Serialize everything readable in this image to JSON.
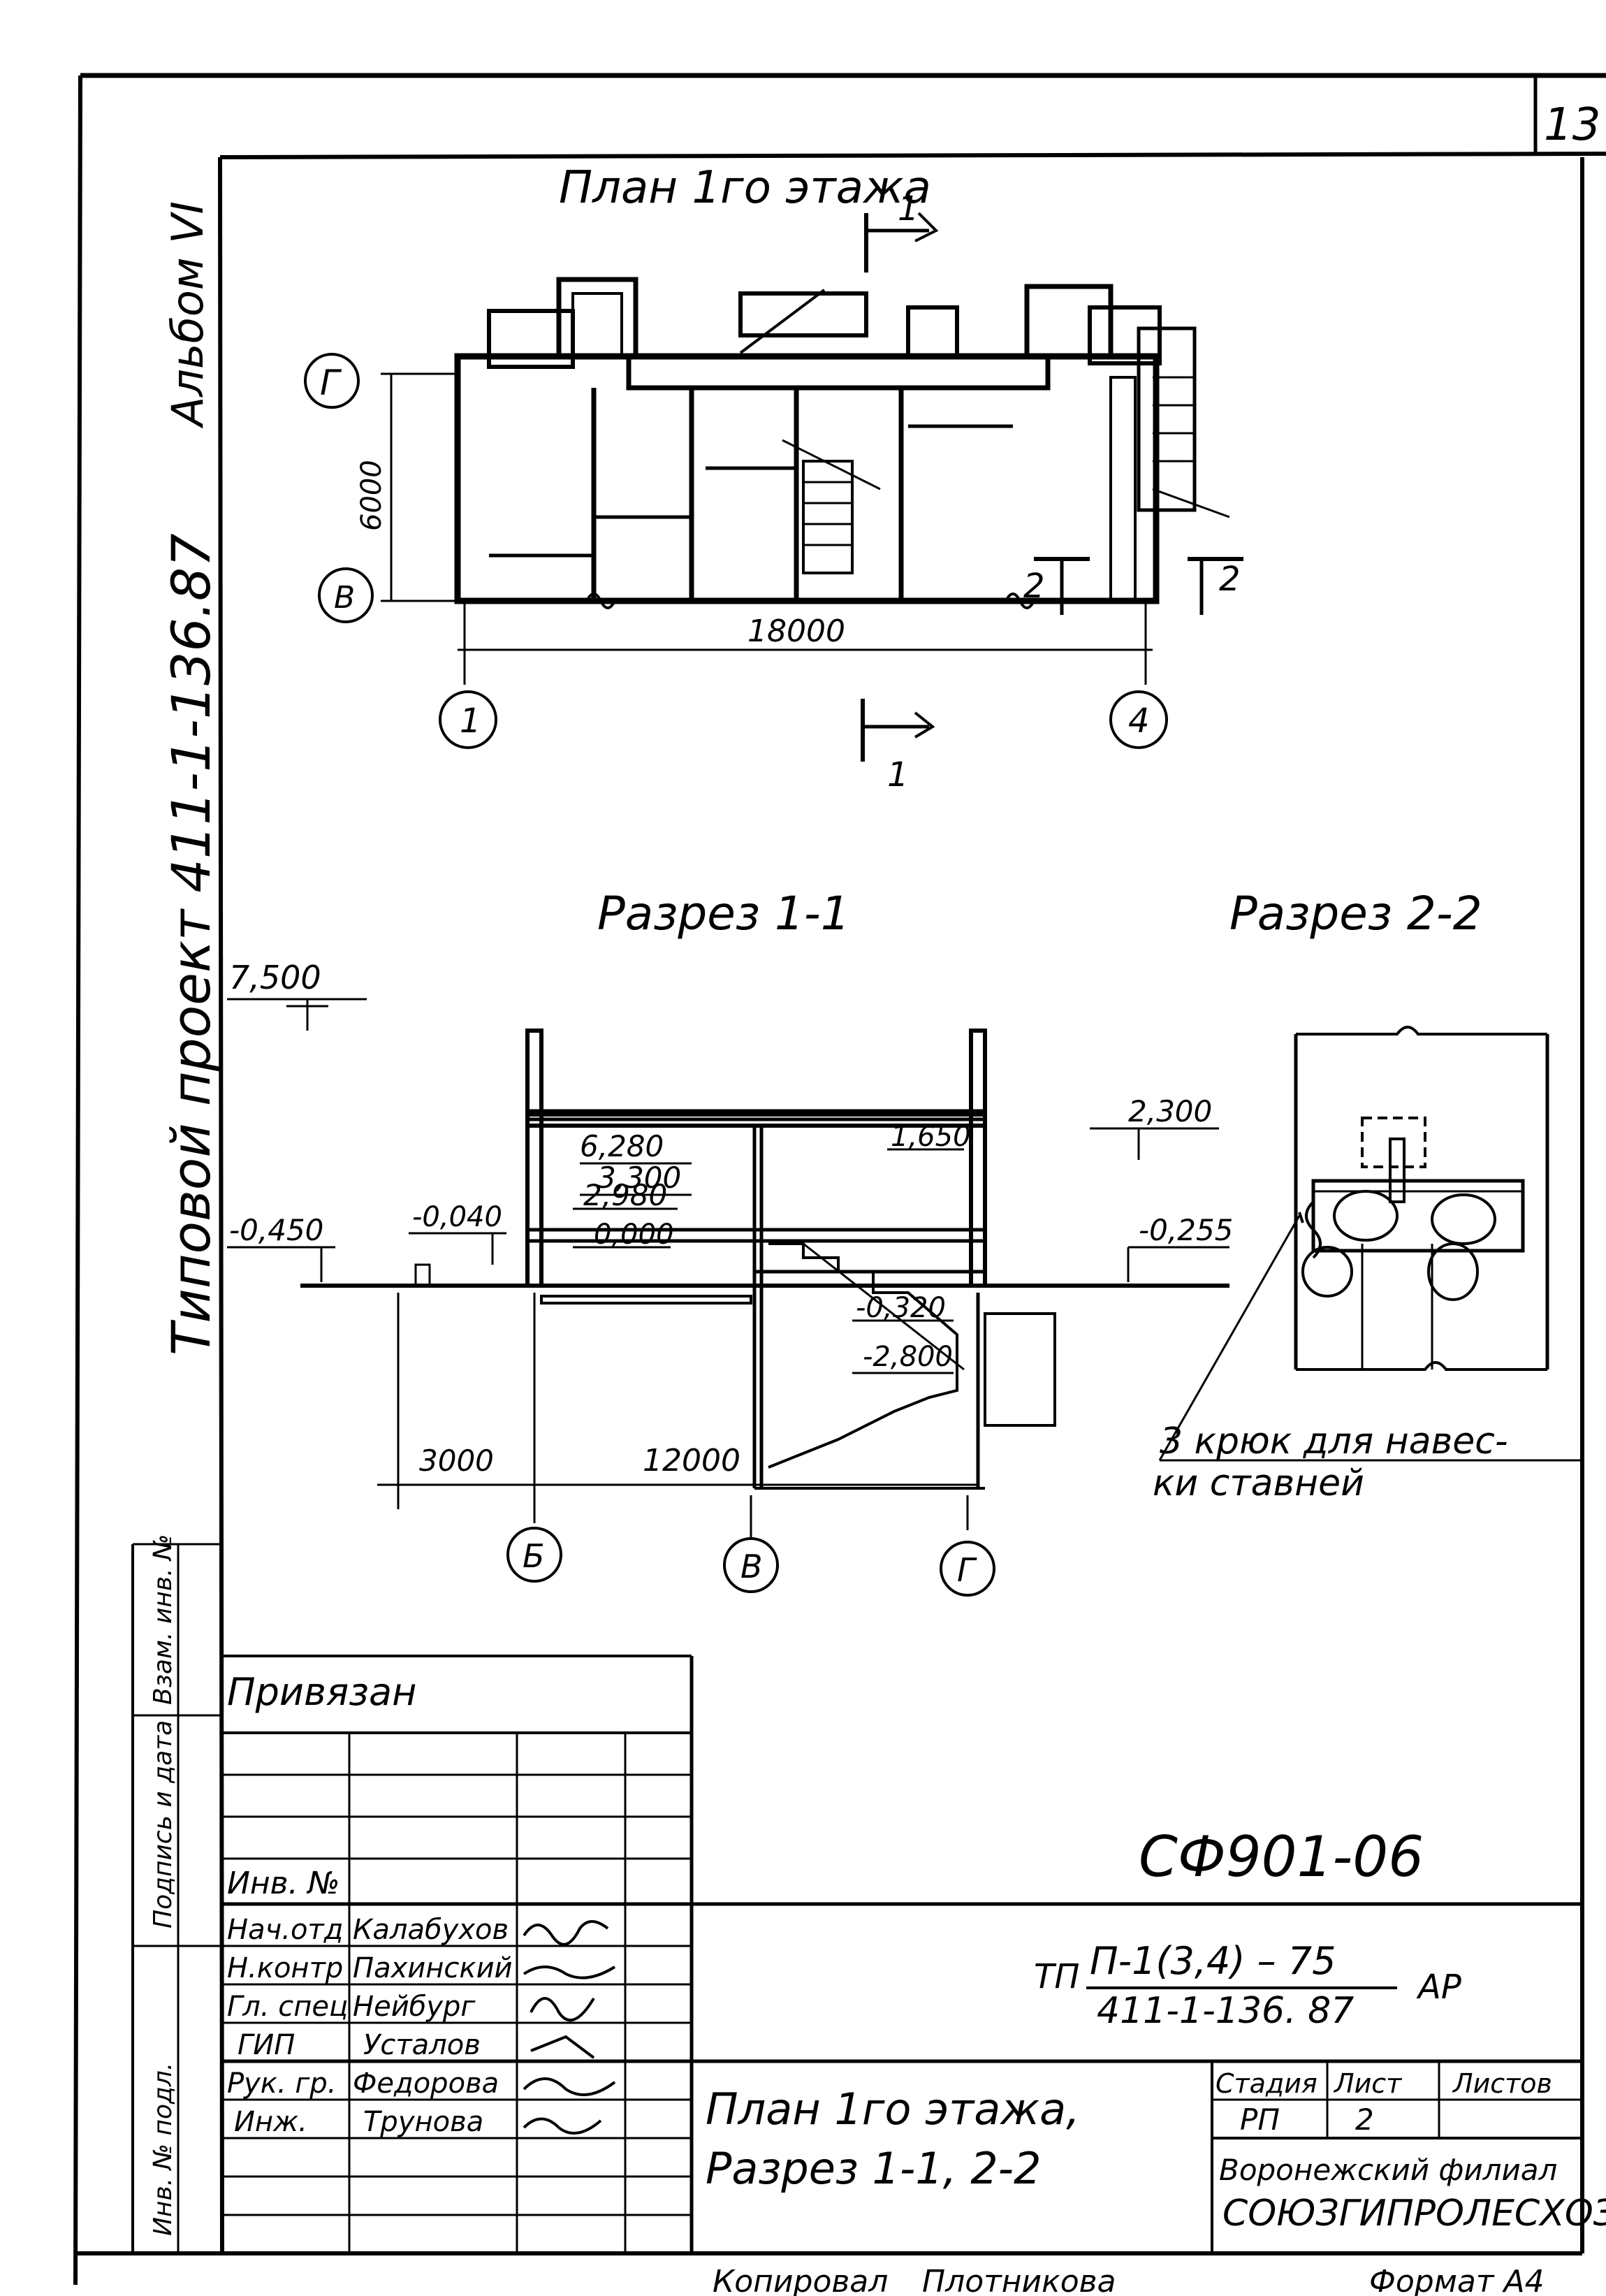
{
  "sheet": {
    "page_number": "13",
    "album": "Альбом VI",
    "project": "Типовой проект 411-1-136.87",
    "format": "Формат А4",
    "copied_by": "Копировал",
    "copied_name": "Плотникова"
  },
  "plan": {
    "title": "План 1го этажа",
    "dim_height": "6000",
    "dim_length": "18000",
    "axis_g": "Г",
    "axis_v": "В",
    "axis_1": "1",
    "axis_4": "4",
    "cut_1_label": "1",
    "cut_2_label": "2"
  },
  "section_1": {
    "title": "Разрез 1-1",
    "levels": [
      "7,500",
      "6,280",
      "3,300",
      "2,980",
      "1,650",
      "0,000",
      "-0,040",
      "-0,450",
      "-0,320",
      "-2,800",
      "2,300",
      "-0,255"
    ],
    "dim_left": "3000",
    "dim_right": "12000",
    "axis_b": "Б",
    "axis_v": "В",
    "axis_g": "Г"
  },
  "section_2": {
    "title": "Разрез 2-2",
    "note_line1": "3 крюк для навес-",
    "note_line2": "ки ставней"
  },
  "title_block": {
    "privyazan": "Привязан",
    "inv_no": "Инв. №",
    "doc_code": "СФ901-06",
    "tp_label": "ТП",
    "tp_numerator": "П-1(3,4) – 75",
    "tp_denominator": "411-1-136. 87",
    "tp_mark": "АР",
    "roles": [
      {
        "role": "Нач.отд",
        "name": "Калабухов"
      },
      {
        "role": "Н.контр",
        "name": "Пахинский"
      },
      {
        "role": "Гл. спец",
        "name": "Нейбург"
      },
      {
        "role": "ГИП",
        "name": "Усталов"
      },
      {
        "role": "Рук. гр.",
        "name": "Федорова"
      },
      {
        "role": "Инж.",
        "name": "Трунова"
      }
    ],
    "drawing_title_line1": "План 1го этажа,",
    "drawing_title_line2": "Разрез 1-1, 2-2",
    "stage_header": "Стадия",
    "sheet_header": "Лист",
    "sheets_header": "Листов",
    "stage_value": "РП",
    "sheet_value": "2",
    "org_line1": "Воронежский филиал",
    "org_line2": "СОЮЗГИПРОЛЕСХОЗ"
  },
  "side_stamps": {
    "inv_podl": "Инв. № подл.",
    "podpis": "Подпись и дата",
    "vzam": "Взам. инв. №"
  }
}
